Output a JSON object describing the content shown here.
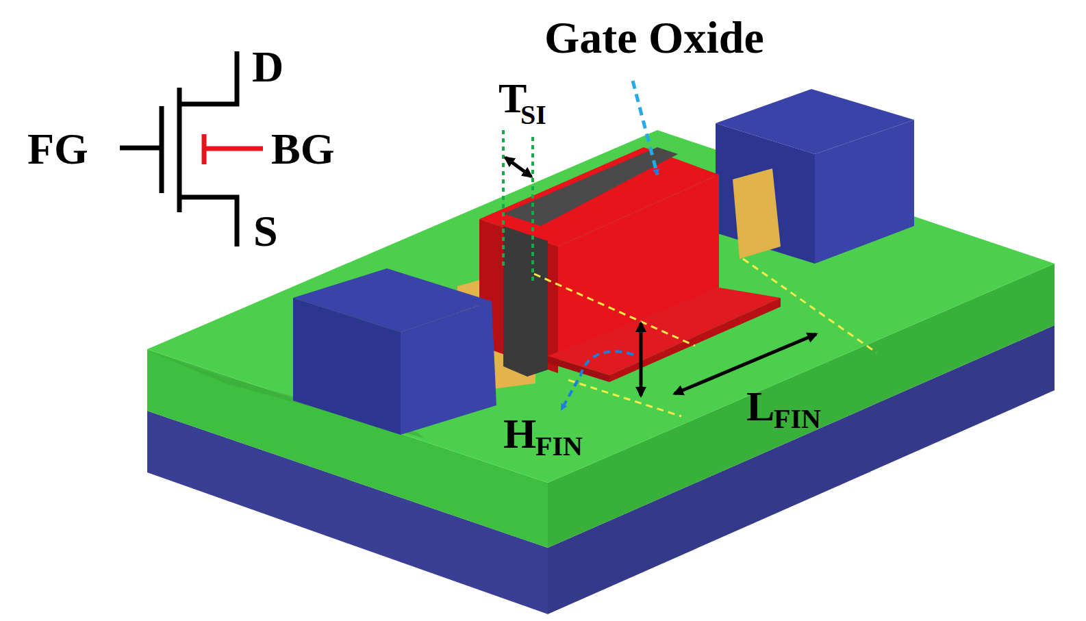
{
  "diagram": {
    "labels": [
      "D",
      "FG",
      "BG",
      "S",
      "Gate Oxide",
      "T",
      "SI",
      "H",
      "FIN",
      "L",
      "FIN"
    ]
  }
}
